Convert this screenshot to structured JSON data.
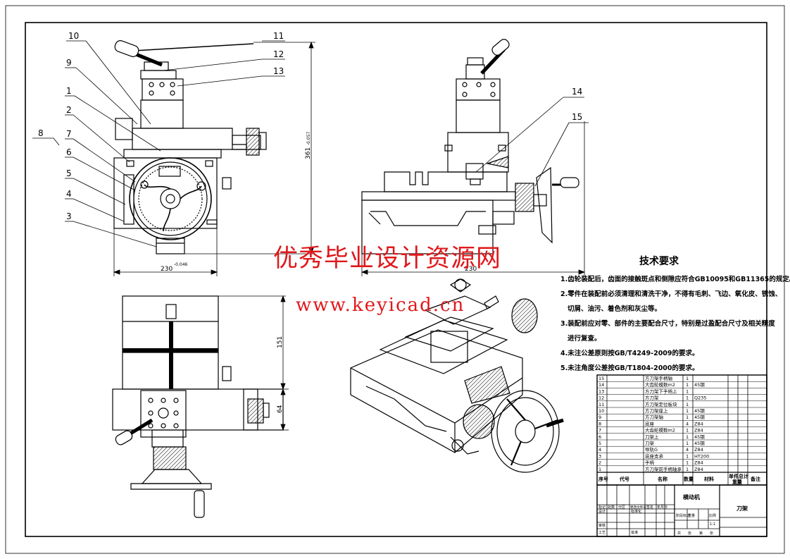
{
  "callouts": [
    "10",
    "9",
    "1",
    "2",
    "8",
    "7",
    "6",
    "5",
    "4",
    "3",
    "11",
    "12",
    "13",
    "14",
    "15"
  ],
  "dimensions": {
    "width_front": "230",
    "width_front_tol": "-0.046",
    "height_total": "361",
    "height_tol": "-0.057",
    "width_side": "230",
    "top_depth_1": "151",
    "top_depth_2": "64"
  },
  "watermark": {
    "line1": "优秀毕业设计资源网",
    "line2": "www.keyicad.cn"
  },
  "tech_requirements": {
    "title": "技术要求",
    "items": [
      "1.齿轮装配后，齿面的接触斑点和侧隙应符合GB10095和GB11365的规定。",
      "2.零件在装配前必须清理和清洗干净，不得有毛刺、飞边、氧化皮、锈蚀、",
      "切屑、油污、着色剂和灰尘等。",
      "3.装配前应对零、部件的主要配合尺寸，特别是过盈配合尺寸及相关精度",
      "进行复查。",
      "4.未注公差原则按GB/T4249-2009的要求。",
      "5.未注角度公差按GB/T1804-2000的要求。"
    ]
  },
  "parts_list": {
    "rows": [
      {
        "no": "15",
        "name": "方刀架手柄轴",
        "qty": "1",
        "mat": ""
      },
      {
        "no": "14",
        "name": "大齿轮模数m2",
        "qty": "1",
        "mat": "45钢"
      },
      {
        "no": "13",
        "name": "方刀架下手柄上",
        "qty": "1",
        "mat": ""
      },
      {
        "no": "12",
        "name": "方刀架",
        "qty": "1",
        "mat": "Q235"
      },
      {
        "no": "11",
        "name": "方刀架定位板块",
        "qty": "1",
        "mat": ""
      },
      {
        "no": "10",
        "name": "方刀架座上",
        "qty": "1",
        "mat": "45钢"
      },
      {
        "no": "9",
        "name": "方刀架轴",
        "qty": "1",
        "mat": "45钢"
      },
      {
        "no": "8",
        "name": "底座",
        "qty": "4",
        "mat": "Z84"
      },
      {
        "no": "7",
        "name": "大齿轮模数m2",
        "qty": "1",
        "mat": "Z84"
      },
      {
        "no": "6",
        "name": "刀架上",
        "qty": "1",
        "mat": "45钢"
      },
      {
        "no": "5",
        "name": "刀架",
        "qty": "1",
        "mat": "45钢"
      },
      {
        "no": "4",
        "name": "导轨G",
        "qty": "4",
        "mat": "Z84"
      },
      {
        "no": "3",
        "name": "底座支承",
        "qty": "1",
        "mat": "HT200"
      },
      {
        "no": "2",
        "name": "手柄",
        "qty": "1",
        "mat": "Z84"
      },
      {
        "no": "1",
        "name": "方刀架前手柄轴承",
        "qty": "1",
        "mat": "Z84"
      }
    ],
    "headers": {
      "no": "序号",
      "code": "代号",
      "name": "名称",
      "qty": "数量",
      "mat": "材料",
      "unit": "单件",
      "total": "总计",
      "weight": "重量",
      "note": "备注"
    }
  },
  "title_block": {
    "design_unit": "横动机",
    "drawing_name": "刀架",
    "scale_label": "比例",
    "scale": "1:1",
    "labels": [
      "标记",
      "处数",
      "分区",
      "更改文件号",
      "签名",
      "年月日",
      "设计",
      "标准化",
      "阶段标记",
      "重量",
      "审核",
      "工艺",
      "批准",
      "共",
      "张",
      "第",
      "张"
    ]
  }
}
